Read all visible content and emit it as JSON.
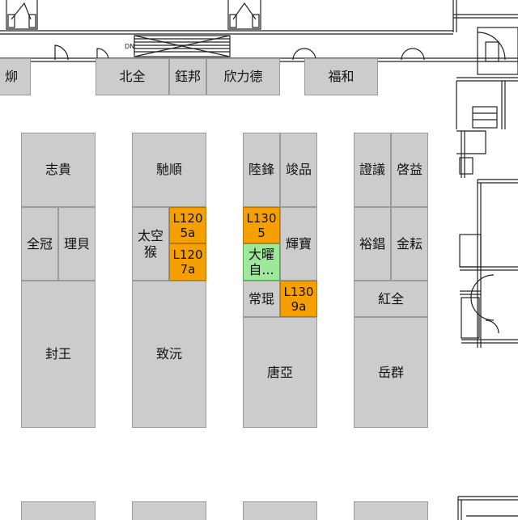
{
  "colors": {
    "booth_default": "#cccccc",
    "booth_reserved": "#f5a000",
    "booth_highlight": "#9ee89a"
  },
  "architecture": {
    "stair_label": "DN"
  },
  "booths": {
    "top_left_edge": "㶯",
    "beiquan": "北全",
    "yubang": "鈺邦",
    "xinlide": "欣力德",
    "fuhe": "福和",
    "zhigui": "志貴",
    "quanguan": "全冠",
    "libei": "理貝",
    "fengwang": "封王",
    "chishun": "馳順",
    "taikonghou": "太空猴",
    "l1205a": "L1205a",
    "l1207a": "L1207a",
    "zhiyuan": "致沅",
    "lufeng": "陸鋒",
    "junpin": "竣品",
    "l1305": "L1305",
    "dayao": "大曜自...",
    "huibao": "輝寶",
    "changkun": "常琨",
    "l1309a": "L1309a",
    "tangya": "唐亞",
    "zhengyi": "證議",
    "qiyi": "啓益",
    "yuchang": "裕錩",
    "jinyun": "金耘",
    "hongquan": "紅全",
    "yuequn": "岳群"
  }
}
